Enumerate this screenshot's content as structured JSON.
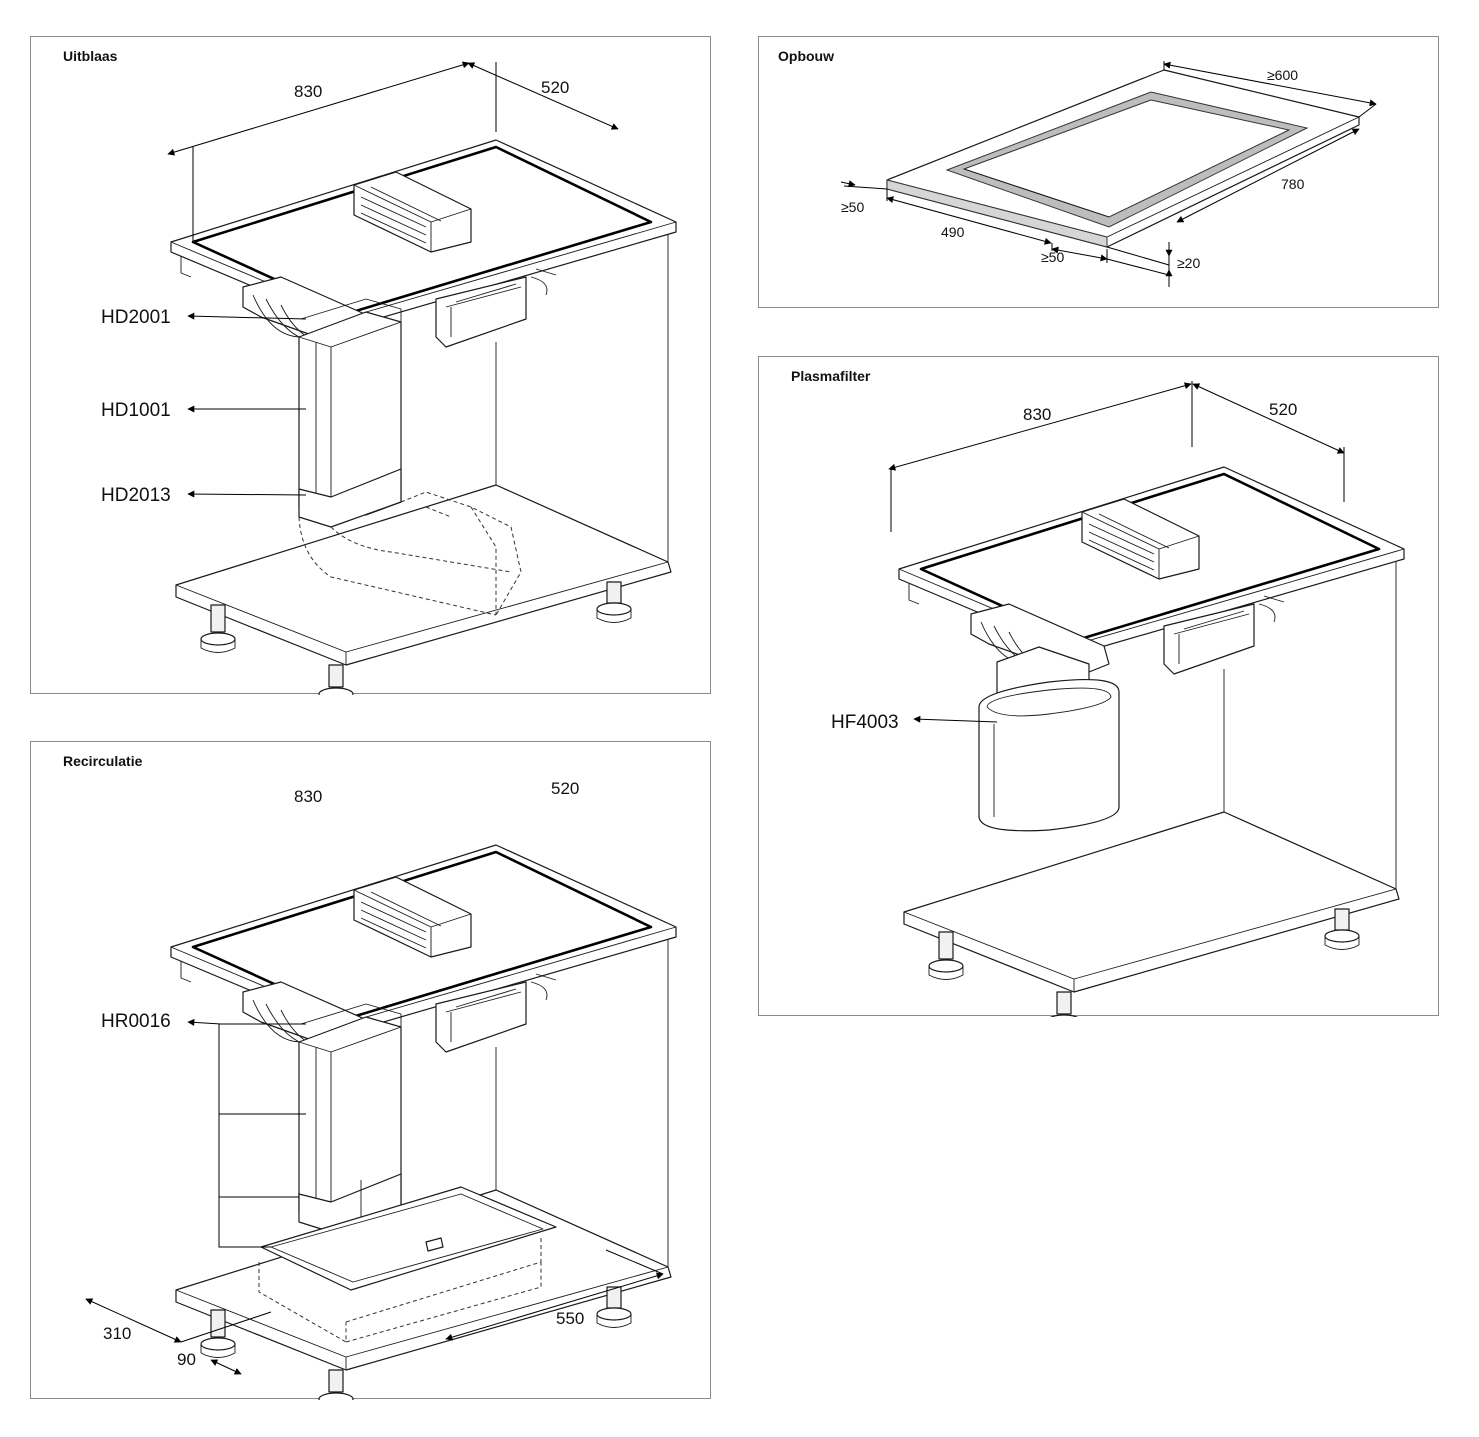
{
  "panels": {
    "uitblaas": {
      "title": "Uitblaas",
      "dim_width": "830",
      "dim_depth": "520",
      "label_hd2001": "HD2001",
      "label_hd1001": "HD1001",
      "label_hd2013": "HD2013"
    },
    "opbouw": {
      "title": "Opbouw",
      "dim_600": "≥600",
      "dim_780": "780",
      "dim_490": "490",
      "dim_50_left": "≥50",
      "dim_50_bottom": "≥50",
      "dim_20": "≥20"
    },
    "plasmafilter": {
      "title": "Plasmafilter",
      "dim_width": "830",
      "dim_depth": "520",
      "label_hf4003": "HF4003"
    },
    "recirculatie": {
      "title": "Recirculatie",
      "dim_width": "830",
      "dim_depth": "520",
      "label_hr0016": "HR0016",
      "dim_310": "310",
      "dim_90": "90",
      "dim_550": "550"
    }
  },
  "colors": {
    "line": "#1a1a1a",
    "panel_border": "#8a8a8a",
    "recess_fill": "#bdbdbd"
  }
}
